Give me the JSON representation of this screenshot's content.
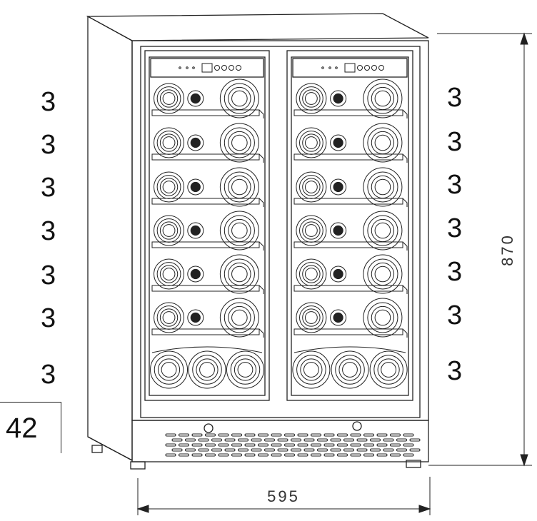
{
  "counts": {
    "left": [
      "3",
      "3",
      "3",
      "3",
      "3",
      "3",
      "3"
    ],
    "right": [
      "3",
      "3",
      "3",
      "3",
      "3",
      "3",
      "3"
    ]
  },
  "total": "42",
  "dimensions": {
    "width": "595",
    "height": "870"
  },
  "colors": {
    "line": "#222222",
    "background": "#ffffff"
  }
}
